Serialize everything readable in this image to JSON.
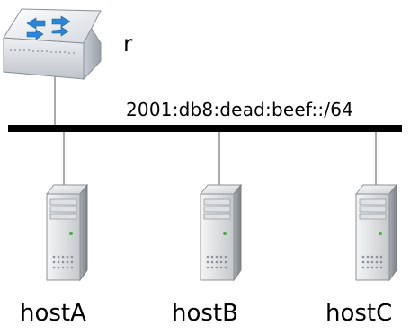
{
  "diagram": {
    "router": {
      "label": "r",
      "icon": "router-icon",
      "accent_color": "#2a86d8"
    },
    "link": {
      "prefix": "2001:db8:dead:beef::/64",
      "color": "#000000"
    },
    "hosts": [
      {
        "label": "hostA",
        "icon": "server-icon"
      },
      {
        "label": "hostB",
        "icon": "server-icon"
      },
      {
        "label": "hostC",
        "icon": "server-icon"
      }
    ]
  }
}
